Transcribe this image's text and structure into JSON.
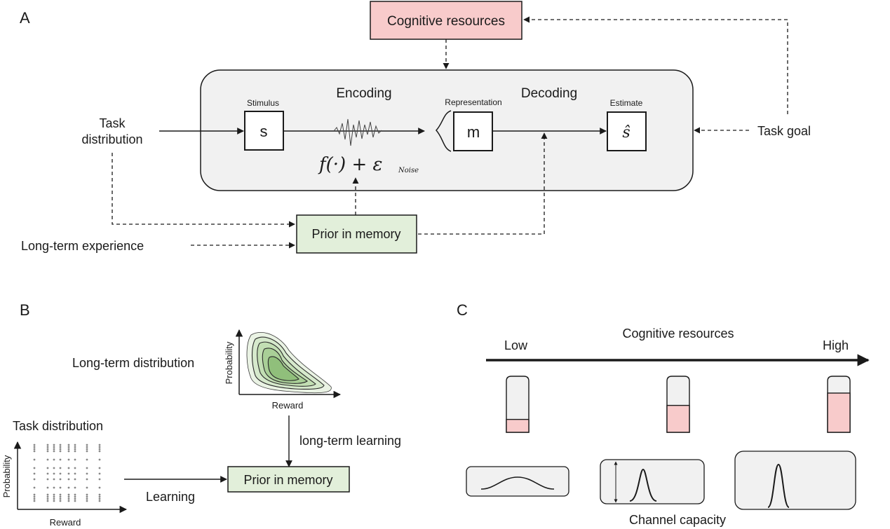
{
  "colors": {
    "container_fill": "#f1f1f1",
    "cognitive_fill": "#f8cbcb",
    "prior_fill": "#e2efda",
    "stroke": "#1a1a1a",
    "dot": "#888888",
    "contour_greens": [
      "#eaf3e4",
      "#d6e9cc",
      "#c2deb3",
      "#a9cf97",
      "#90bf7b"
    ]
  },
  "panelA": {
    "label": "A",
    "cognitive_resources": "Cognitive resources",
    "task_distribution_line1": "Task",
    "task_distribution_line2": "distribution",
    "stimulus_caption": "Stimulus",
    "stimulus_symbol": "s",
    "encoding": "Encoding",
    "representation_caption": "Representation",
    "representation_symbol": "m",
    "decoding": "Decoding",
    "estimate_caption": "Estimate",
    "estimate_symbol": "ŝ",
    "formula_main": "f(·) + ε",
    "formula_subscript": "Noise",
    "task_goal": "Task goal",
    "prior_in_memory": "Prior in memory",
    "long_term_experience": "Long-term experience"
  },
  "panelB": {
    "label": "B",
    "long_term_distribution": "Long-term distribution",
    "task_distribution": "Task distribution",
    "axis_y": "Probability",
    "axis_x": "Reward",
    "long_term_learning": "long-term learning",
    "learning": "Learning",
    "prior_in_memory": "Prior in memory"
  },
  "panelC": {
    "label": "C",
    "axis_title": "Cognitive resources",
    "low": "Low",
    "high": "High",
    "resource_levels": [
      0.23,
      0.48,
      0.7
    ],
    "channel_capacity": "Channel capacity"
  }
}
